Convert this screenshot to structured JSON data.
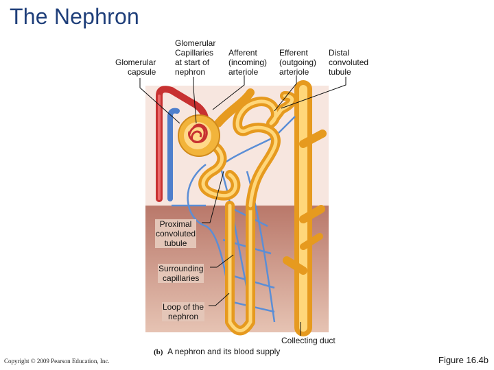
{
  "title": "The Nephron",
  "labels": {
    "glomerular_capsule": "Glomerular\ncapsule",
    "glomerular_capillaries": "Glomerular\nCapillaries\nat start of\nnephron",
    "afferent": "Afferent\n(incoming)\narteriole",
    "efferent": "Efferent\n(outgoing)\narteriole",
    "distal": "Distal\nconvoluted\ntubule",
    "proximal": "Proximal\nconvoluted\ntubule",
    "surrounding": "Surrounding\ncapillaries",
    "loop": "Loop of the\nnephron",
    "collecting": "Collecting duct"
  },
  "caption": {
    "letter": "(b)",
    "text": "A nephron and its blood supply"
  },
  "copyright": "Copyright © 2009 Pearson Education, Inc.",
  "figure": "Figure 16.4b",
  "colors": {
    "title": "#1f3f7a",
    "tissue_dark": "#b9786a",
    "tissue_light": "#dcb2a2",
    "tubule": "#f2b43b",
    "tubule_light": "#ffd77a",
    "artery": "#d23a3a",
    "vein": "#5b8ed6"
  }
}
